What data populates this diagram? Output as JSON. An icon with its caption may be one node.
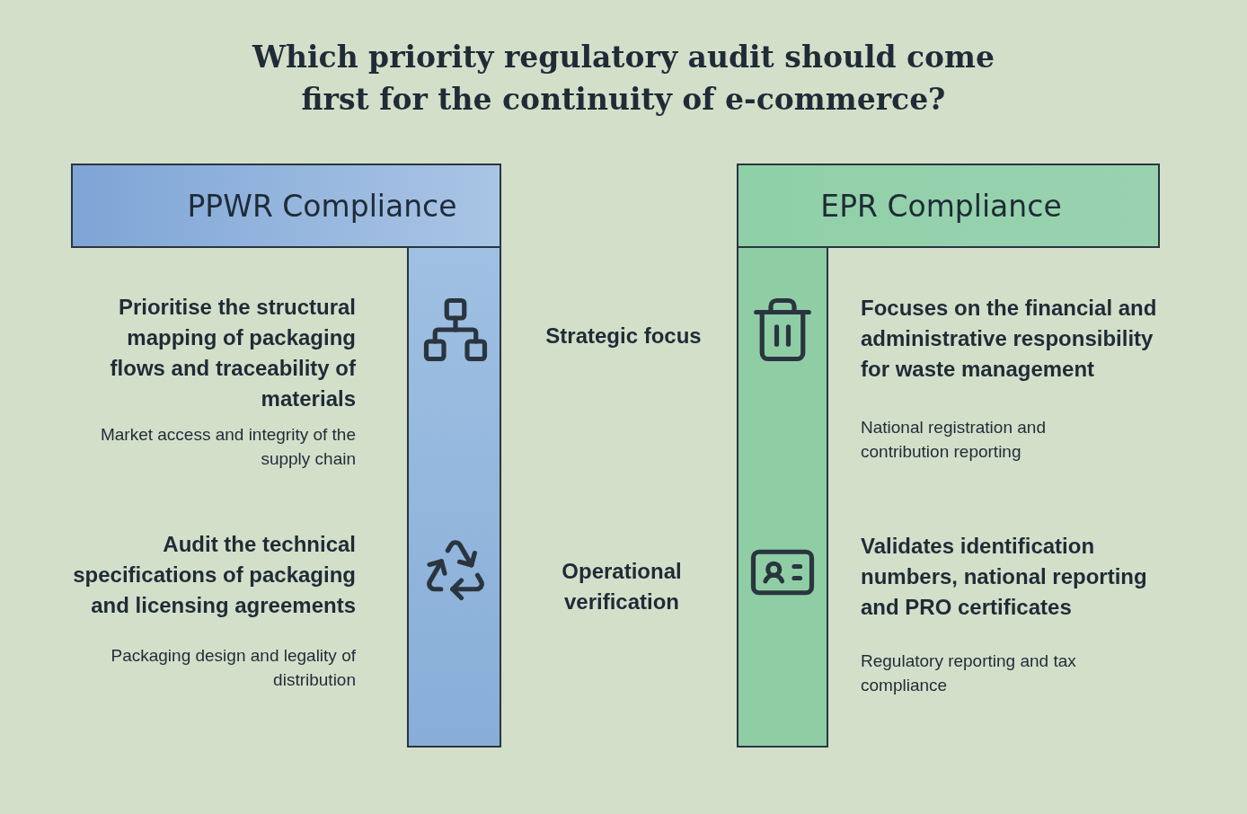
{
  "diagram": {
    "title": "Which priority regulatory audit should come first for the continuity of e-commerce?",
    "nodes": [
      {
        "text": [
          "PPWR Compliance"
        ]
      },
      {
        "text": [
          "EPR Compliance"
        ]
      }
    ],
    "labels": [
      "Prioritise the structural mapping of packaging flows and traceability of materials",
      "Strategic focus",
      "Focuses on the financial and administrative responsibility for waste management",
      "Market access and integrity of the supply chain",
      "National registration and contribution reporting",
      "Audit the technical specifications of packaging and licensing agreements",
      "Operational verification",
      "Validates identification numbers, national reporting and PRO certificates",
      "Packaging design and legality of distribution",
      "Regulatory reporting and tax compliance"
    ]
  }
}
